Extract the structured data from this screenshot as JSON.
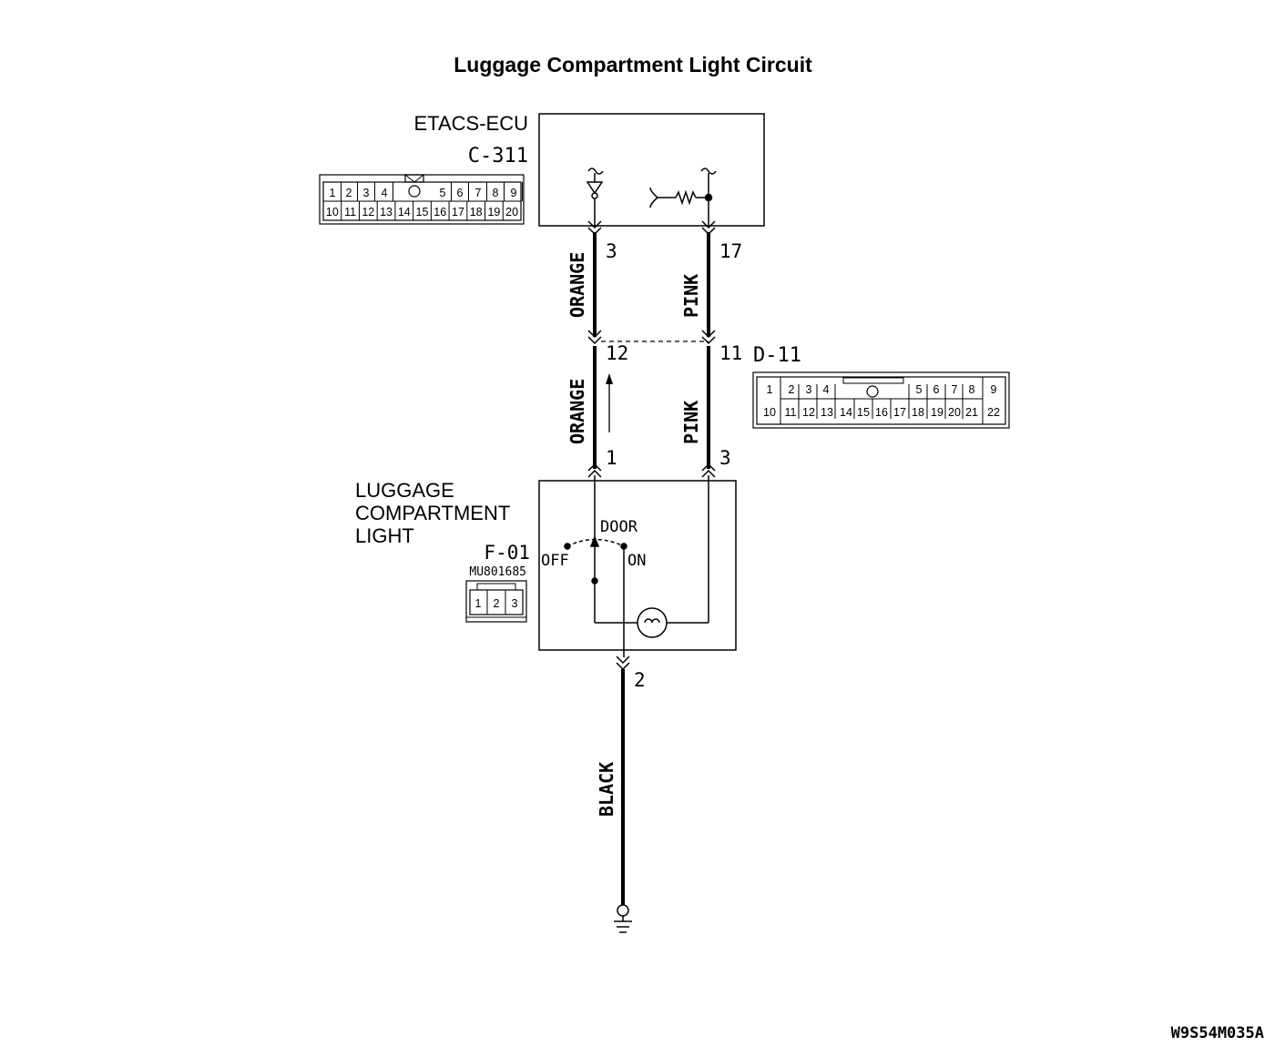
{
  "title": "Luggage Compartment Light Circuit",
  "ecu": {
    "name": "ETACS-ECU",
    "connector": "C-311"
  },
  "c311_cells": {
    "top": [
      "1",
      "2",
      "3",
      "4",
      "5",
      "6",
      "7",
      "8",
      "9"
    ],
    "bottom": [
      "10",
      "11",
      "12",
      "13",
      "14",
      "15",
      "16",
      "17",
      "18",
      "19",
      "20"
    ]
  },
  "pins": {
    "ecu_orange": "3",
    "ecu_pink": "17",
    "d11_orange": "12",
    "d11_pink": "11",
    "light_orange": "1",
    "light_pink": "3",
    "light_ground": "2"
  },
  "wires": {
    "orange": "ORANGE",
    "pink": "PINK",
    "black": "BLACK"
  },
  "d11": {
    "connector": "D-11"
  },
  "d11_cells": {
    "top": [
      "1",
      "2",
      "3",
      "4",
      "5",
      "6",
      "7",
      "8",
      "9"
    ],
    "bottom": [
      "10",
      "11",
      "12",
      "13",
      "14",
      "15",
      "16",
      "17",
      "18",
      "19",
      "20",
      "21",
      "22"
    ]
  },
  "light": {
    "name_lines": [
      "LUGGAGE",
      "COMPARTMENT",
      "LIGHT"
    ],
    "connector": "F-01",
    "part_number": "MU801685",
    "cells": [
      "1",
      "2",
      "3"
    ],
    "switch_door": "DOOR",
    "switch_off": "OFF",
    "switch_on": "ON"
  },
  "figure_code": "W9S54M035A"
}
